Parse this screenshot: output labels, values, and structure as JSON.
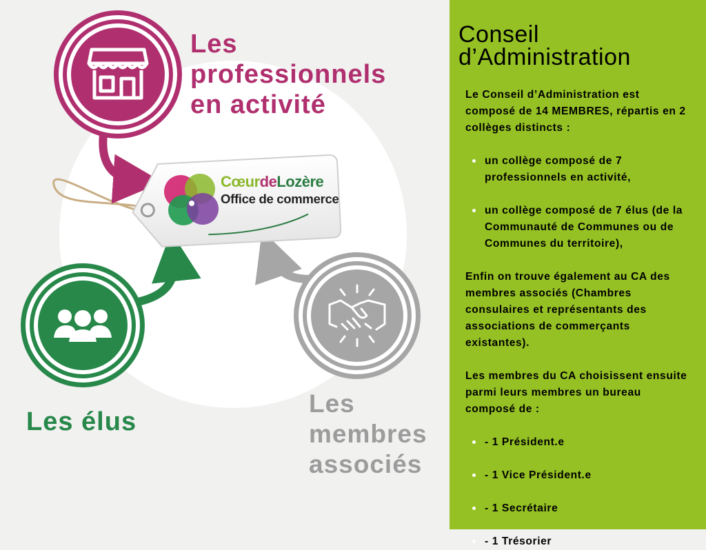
{
  "colors": {
    "professionnels": "#b0306f",
    "elus": "#27884a",
    "associes": "#9c9c9c",
    "panel": "#95c124",
    "background": "#f1f1f0"
  },
  "diagram": {
    "groups": [
      {
        "id": "professionnels",
        "icon": "shop-icon",
        "label_lines": [
          "Les",
          "professionnels",
          "en activité"
        ]
      },
      {
        "id": "elus",
        "icon": "people-group-icon",
        "label_lines": [
          "Les élus"
        ]
      },
      {
        "id": "associes",
        "icon": "handshake-icon",
        "label_lines": [
          "Les",
          "membres",
          "associés"
        ]
      }
    ],
    "tag": {
      "brand_parts": [
        "Cœur",
        "de",
        "Lozère"
      ],
      "subtitle": "Office de commerce"
    }
  },
  "panel": {
    "title_lines": [
      "Conseil",
      "d’Administration"
    ],
    "intro": "Le Conseil d’Administration est composé de 14 MEMBRES, répartis en  2 collèges distincts :",
    "colleges": [
      "un collège composé de 7 professionnels en activité,",
      "un collège composé de 7 élus (de la Communauté de Communes ou de Communes du territoire),"
    ],
    "associates": "Enfin on trouve également au CA des membres associés (Chambres consulaires et représentants des associations de commerçants existantes).",
    "bureau_intro": "Les membres du CA choisissent ensuite parmi leurs membres un bureau composé de :",
    "bureau": [
      "- 1 Président.e",
      "- 1 Vice Président.e",
      "- 1 Secrétaire",
      "- 1 Trésorier"
    ]
  }
}
